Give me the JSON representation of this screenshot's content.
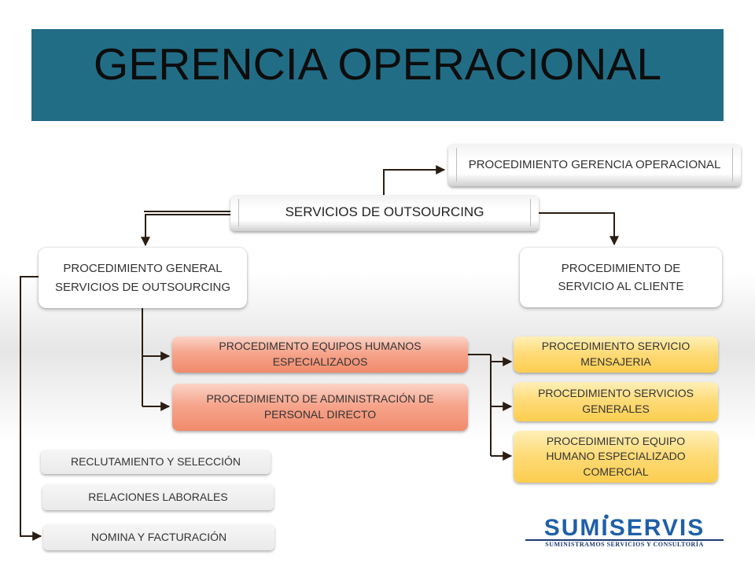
{
  "title": "GERENCIA OPERACIONAL",
  "colors": {
    "title_bar": "#226d86",
    "red_box": "#f18a6b",
    "yellow_box": "#fccd4f",
    "connector": "#2b1d12"
  },
  "nodes": {
    "gerencia_operacional": "PROCEDIMIENTO  GERENCIA OPERACIONAL",
    "servicios_outsourcing": "SERVICIOS DE OUTSOURCING",
    "general_outsourcing": "PROCEDIMIENTO  GENERAL SERVICIOS DE OUTSOURCING",
    "servicio_cliente": "PROCEDIMIENTO  DE SERVICIO  AL CLIENTE",
    "equipos_humanos": "PROCEDIMENTO  EQUIPOS HUMANOS ESPECIALIZADOS",
    "personal_directo": "PROCEDIMIENTO DE ADMINISTRACIÓN DE PERSONAL  DIRECTO",
    "mensajeria": "PROCEDIMIENTO  SERVICIO MENSAJERIA",
    "servicios_generales": "PROCEDIMIENTO  SERVICIOS GENERALES",
    "equipo_comercial": "PROCEDIMIENTO EQUIPO HUMANO ESPECIALIZADO COMERCIAL",
    "reclutamiento": "RECLUTAMIENTO Y SELECCIÓN",
    "relaciones": "RELACIONES LABORALES",
    "nomina": "NOMINA Y FACTURACIÓN"
  },
  "logo": {
    "name": "SUMISERVIS",
    "tagline": "SUMINISTRAMOS SERVICIOS Y CONSULTORÍA",
    "color": "#1f5fa8"
  }
}
